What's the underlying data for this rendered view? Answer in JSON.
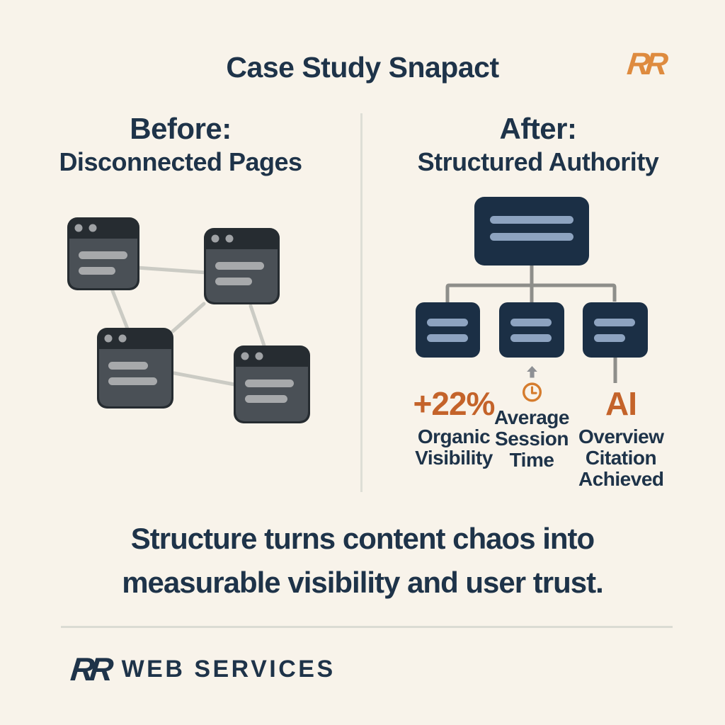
{
  "colors": {
    "background": "#F8F3EA",
    "navy_text": "#1E3349",
    "orange_accent": "#C4632A",
    "orange_logo": "#DE8B3F",
    "tree_node_navy": "#1B2F45",
    "tree_node_bar_blue": "#8DA3C0",
    "page_card_gray": "#4A5056",
    "page_card_header_gray": "#262C31",
    "network_line_gray": "#CBCBC4",
    "tree_line_gray": "#8E8E8A"
  },
  "header": {
    "title": "Case Study Snapact",
    "logo_text": "RR"
  },
  "panels": {
    "before": {
      "heading": "Before:",
      "subheading": "Disconnected Pages"
    },
    "after": {
      "heading": "After:",
      "subheading": "Structured Authority"
    }
  },
  "stats": [
    {
      "value": "+22%",
      "icon": "none",
      "label_lines": [
        "Organic",
        "Visibility"
      ]
    },
    {
      "value": "",
      "icon": "clock-icon",
      "label_lines": [
        "Average",
        "Session",
        "Time"
      ]
    },
    {
      "value": "AI",
      "icon": "none",
      "label_lines": [
        "Overview",
        "Citation",
        "Achieved"
      ]
    }
  ],
  "tagline": {
    "line1": "Structure turns content chaos into",
    "line2": "measurable visibility and user trust."
  },
  "footer": {
    "logo_text": "RR",
    "brand_name": "WEB SERVICES"
  }
}
